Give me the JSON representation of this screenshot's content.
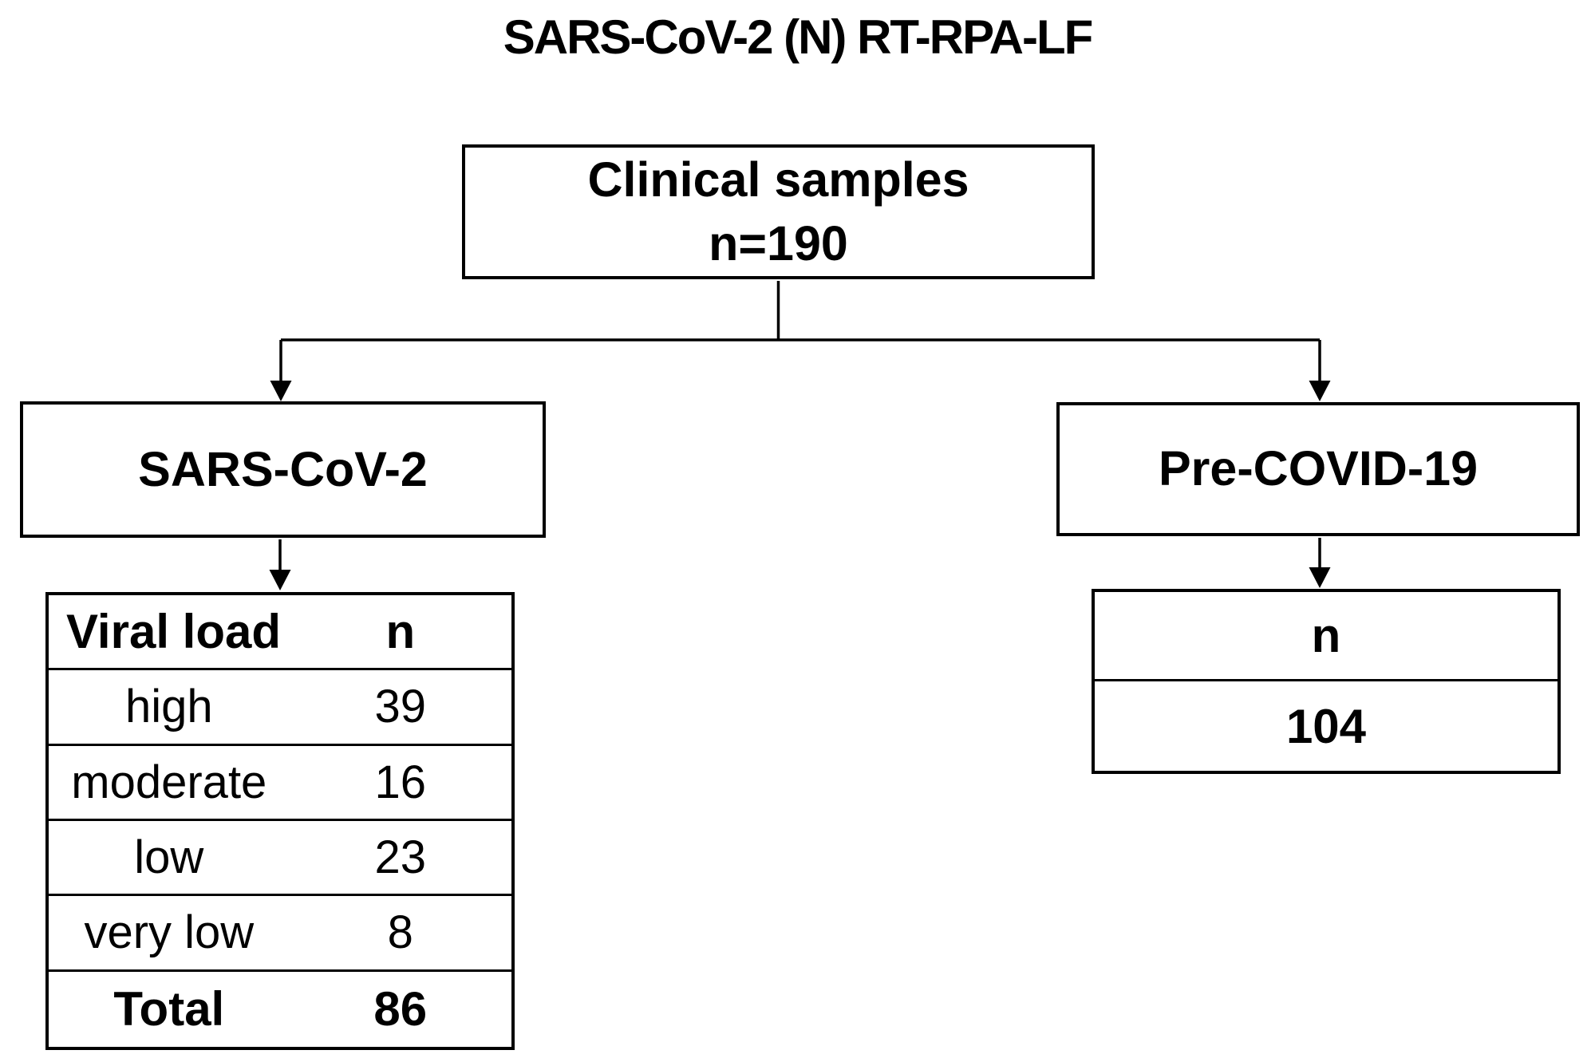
{
  "diagram": {
    "title": "SARS-CoV-2 (N) RT-RPA-LF",
    "root": {
      "line1": "Clinical samples",
      "line2": "n=190"
    },
    "left_branch": {
      "label": "SARS-CoV-2",
      "table": {
        "col1_header": "Viral load",
        "col2_header": "n",
        "rows": [
          {
            "label": "high",
            "n": "39"
          },
          {
            "label": "moderate",
            "n": "16"
          },
          {
            "label": "low",
            "n": "23"
          },
          {
            "label": "very low",
            "n": "8"
          }
        ],
        "total": {
          "label": "Total",
          "n": "86"
        }
      }
    },
    "right_branch": {
      "label": "Pre-COVID-19",
      "table": {
        "header": "n",
        "value": "104"
      }
    },
    "colors": {
      "background": "#ffffff",
      "line": "#000000",
      "text": "#000000"
    }
  }
}
